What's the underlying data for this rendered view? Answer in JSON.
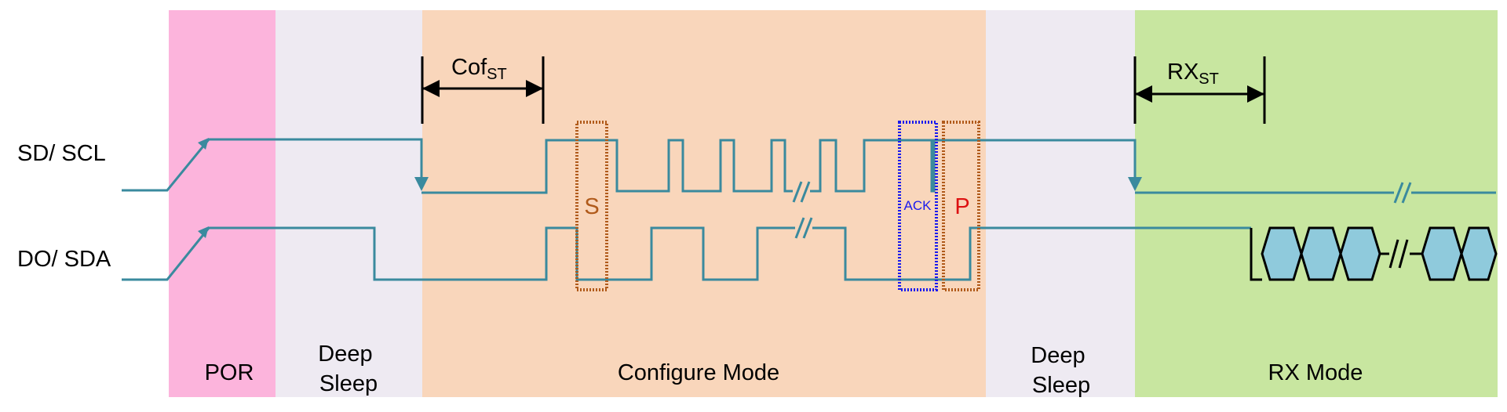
{
  "signals": {
    "scl": "SD/ SCL",
    "sda": "DO/ SDA"
  },
  "phases": {
    "por": "POR",
    "deep_sleep_1": [
      "Deep",
      "Sleep"
    ],
    "configure": "Configure Mode",
    "deep_sleep_2": [
      "Deep",
      "Sleep"
    ],
    "rx": "RX Mode"
  },
  "markers": {
    "start": "S",
    "ack": "ACK",
    "stop": "P"
  },
  "timings": {
    "cof": {
      "base": "Cof",
      "sub": "ST"
    },
    "rx": {
      "base": "RX",
      "sub": "ST"
    }
  },
  "colors": {
    "por": "#fcb4dc",
    "deep_sleep": "#eeeaf2",
    "configure": "#f9d6bb",
    "rx": "#c8e6a0",
    "signal": "#3a8a9e",
    "start_stop_box": "#b05a1a",
    "ack_box": "#1a1aee",
    "ack_text": "#1a1aee",
    "stop_text": "#dd1111",
    "data_cell": "#8fcadc"
  }
}
